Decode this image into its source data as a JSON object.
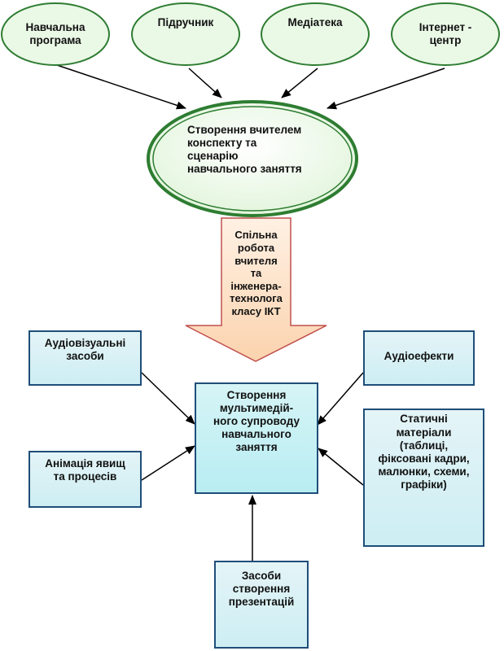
{
  "sources": [
    {
      "id": "program",
      "label": "Навчальна\nпрограма"
    },
    {
      "id": "textbook",
      "label": "Підручник"
    },
    {
      "id": "mediateka",
      "label": "Медіатека"
    },
    {
      "id": "internet",
      "label": "Інтернет -\nцентр"
    }
  ],
  "teacher_plan": {
    "label": "Створення вчителем\nконспекту та\nсценарію\nнавчального заняття"
  },
  "joint_work": {
    "label": "Спільна\nробота\nвчителя\nта\nінженера-\nтехнолога\nкласу ІКТ"
  },
  "hub": {
    "label": "Створення\nмультимедій-\nного супроводу\nнавчального\nзаняття"
  },
  "inputs": [
    {
      "id": "audiovisual",
      "label": "Аудіовізуальні\nзасоби"
    },
    {
      "id": "animation",
      "label": "Анімація явищ\nта процесів"
    },
    {
      "id": "audio_effects",
      "label": "Аудіоефекти"
    },
    {
      "id": "static",
      "label": "Статичні\nматеріали\n(таблиці,\nфіксовані кадри,\nмалюнки, схеми,\nграфіки)"
    },
    {
      "id": "presentation",
      "label": "Засоби\nстворення\nпрезентацій"
    }
  ],
  "colors": {
    "ellipse_border": "#2e7d32",
    "ellipse_fill": "#eaf8e6",
    "box_border": "#1f4e79",
    "box_fill": "#d4f0f4",
    "arrow_fill": "#fde2c8",
    "arrow_border": "#c0504d"
  }
}
